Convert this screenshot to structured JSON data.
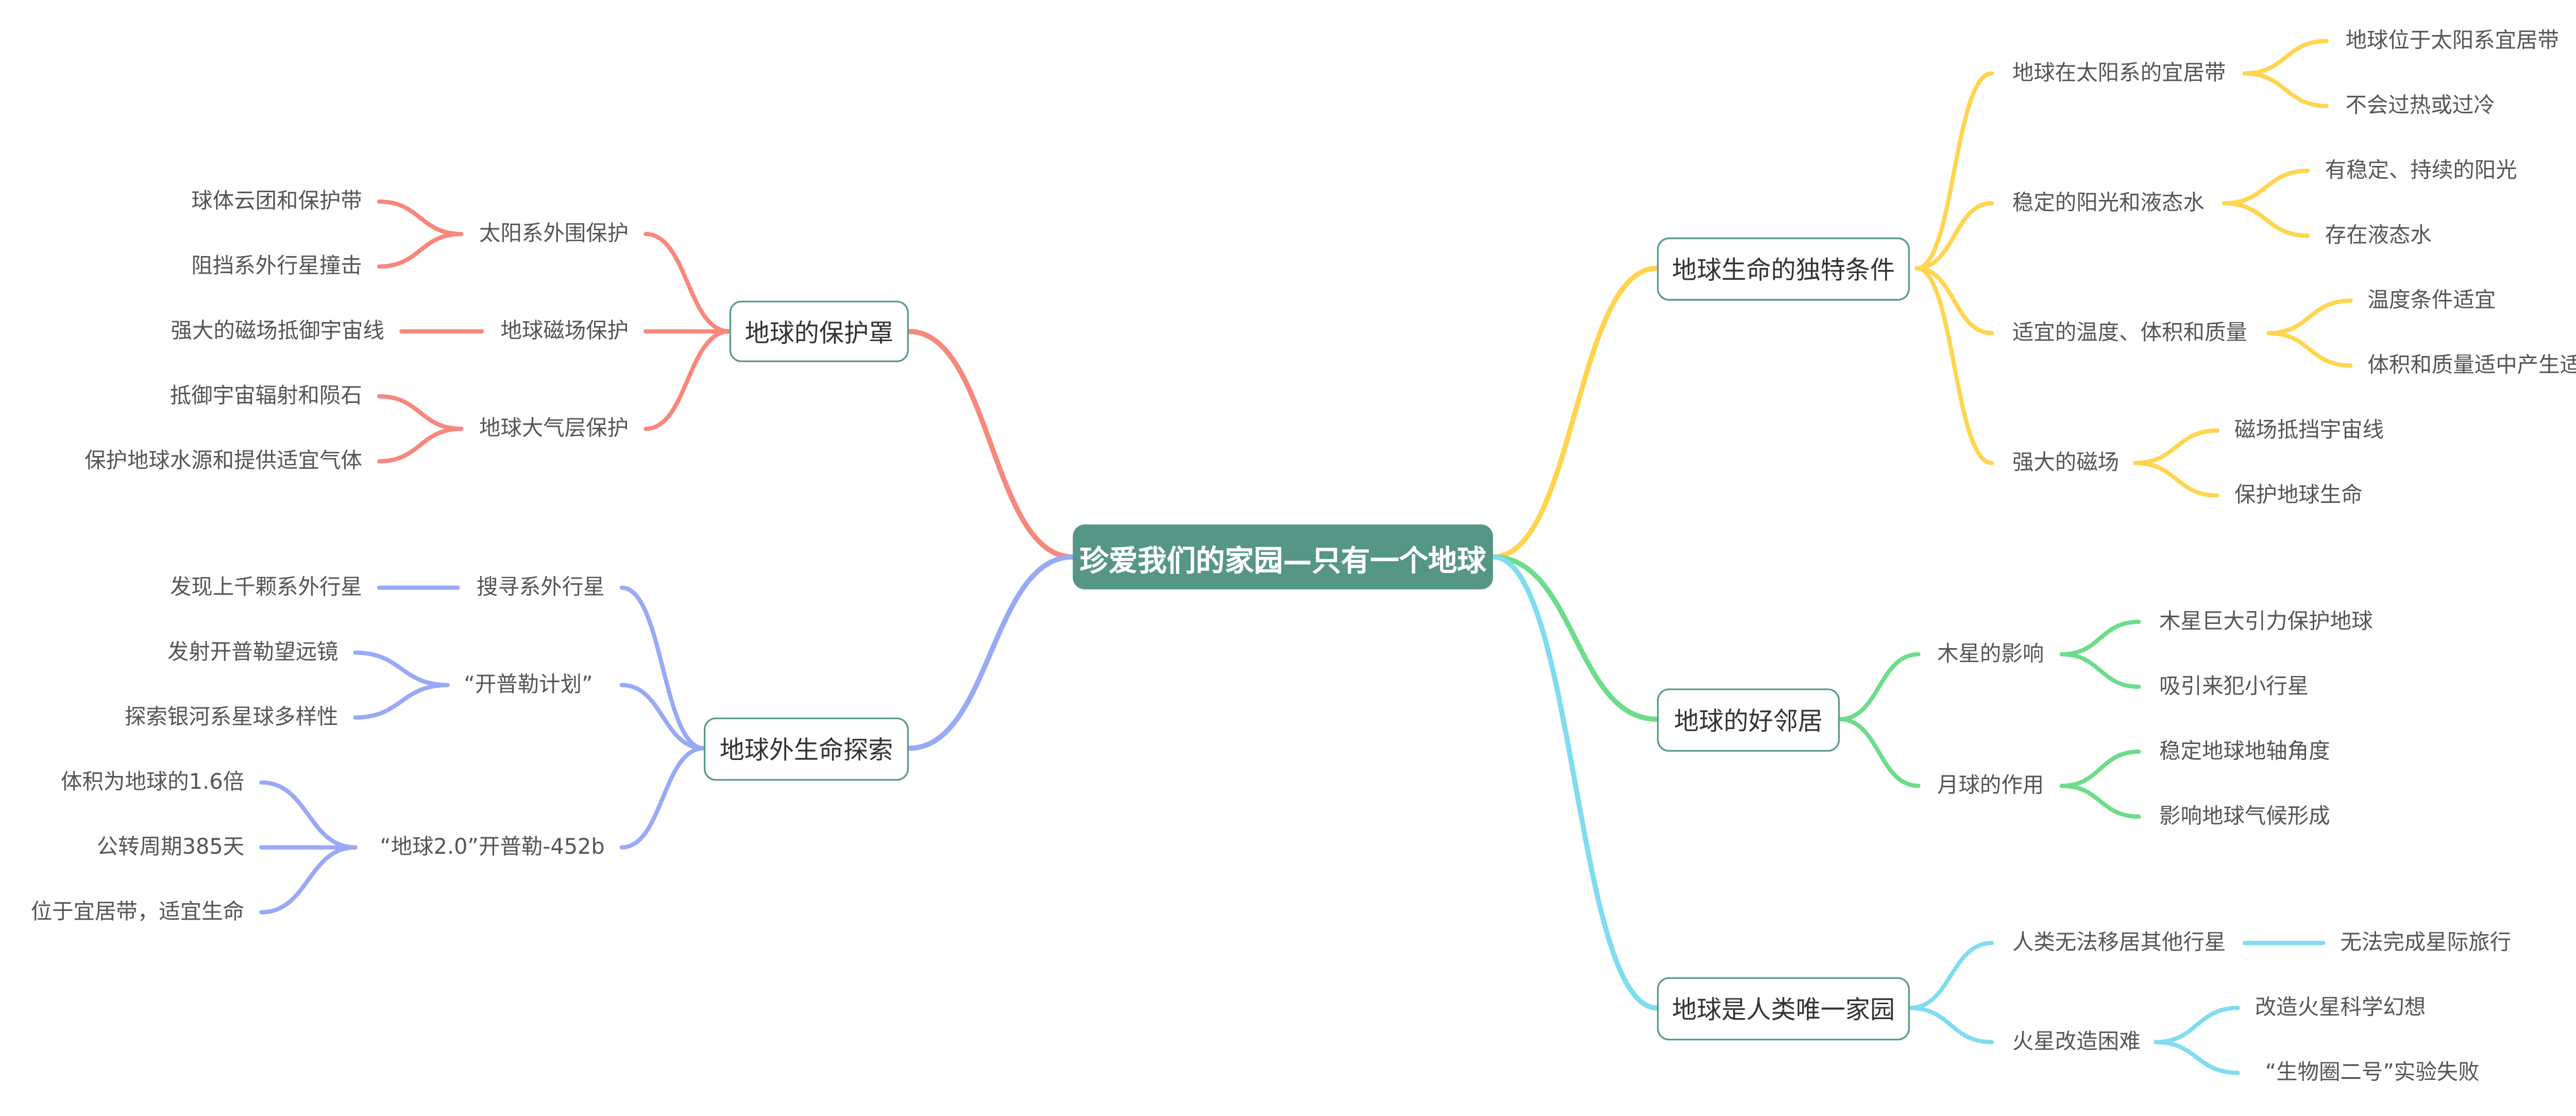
{
  "root": "珍爱我们的家园—只有一个地球",
  "colors": {
    "center": "#559686",
    "red": "#f8877c",
    "yellow": "#ffd54f",
    "green": "#6ddc8a",
    "cyan": "#80dcef",
    "blue": "#98a9f7",
    "border": "#5b9a8b",
    "text": "#555555"
  },
  "branches": {
    "protect": {
      "label": "地球的保护罩",
      "children": [
        {
          "label": "太阳系外围保护",
          "leaves": [
            "球体云团和保护带",
            "阻挡系外行星撞击"
          ]
        },
        {
          "label": "地球磁场保护",
          "leaves": [
            "强大的磁场抵御宇宙线"
          ]
        },
        {
          "label": "地球大气层保护",
          "leaves": [
            "抵御宇宙辐射和陨石",
            "保护地球水源和提供适宜气体"
          ]
        }
      ]
    },
    "explore": {
      "label": "地球外生命探索",
      "children": [
        {
          "label": "搜寻系外行星",
          "leaves": [
            "发现上千颗系外行星"
          ]
        },
        {
          "label": "“开普勒计划”",
          "leaves": [
            "发射开普勒望远镜",
            "探索银河系星球多样性"
          ]
        },
        {
          "label": "“地球2.0”开普勒-452b",
          "leaves": [
            "体积为地球的1.6倍",
            "公转周期385天",
            "位于宜居带，适宜生命"
          ]
        }
      ]
    },
    "conditions": {
      "label": "地球生命的独特条件",
      "children": [
        {
          "label": "地球在太阳系的宜居带",
          "leaves": [
            "地球位于太阳系宜居带",
            "不会过热或过冷"
          ]
        },
        {
          "label": "稳定的阳光和液态水",
          "leaves": [
            "有稳定、持续的阳光",
            "存在液态水"
          ]
        },
        {
          "label": "适宜的温度、体积和质量",
          "leaves": [
            "温度条件适宜",
            "体积和质量适中产生适宜引力"
          ]
        },
        {
          "label": "强大的磁场",
          "leaves": [
            "磁场抵挡宇宙线",
            "保护地球生命"
          ]
        }
      ]
    },
    "neighbors": {
      "label": "地球的好邻居",
      "children": [
        {
          "label": "木星的影响",
          "leaves": [
            "木星巨大引力保护地球",
            "吸引来犯小行星"
          ]
        },
        {
          "label": "月球的作用",
          "leaves": [
            "稳定地球地轴角度",
            "影响地球气候形成"
          ]
        }
      ]
    },
    "home": {
      "label": "地球是人类唯一家园",
      "children": [
        {
          "label": "人类无法移居其他行星",
          "leaves": [
            "无法完成星际旅行"
          ]
        },
        {
          "label": "火星改造困难",
          "leaves": [
            "改造火星科学幻想",
            "“生物圈二号”实验失败"
          ]
        }
      ]
    }
  }
}
